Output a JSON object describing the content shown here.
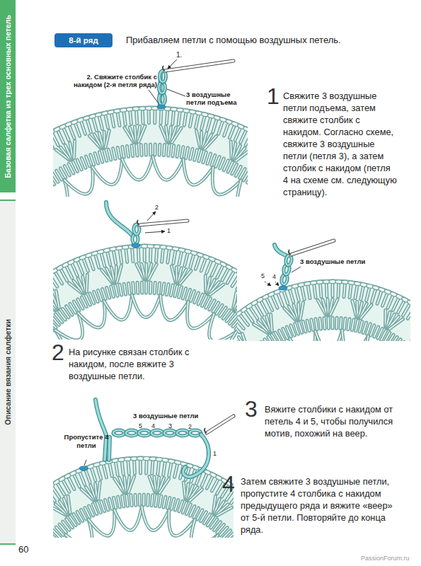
{
  "diagram": {
    "title": "Прибавляем петли с помощью воздушных петель.",
    "nodes": [
      {
        "text": [
          "Базовая салфетка из трех основных петель"
        ]
      },
      {
        "text": [
          "Описание вязания салфетки"
        ]
      },
      {
        "text": [
          "8-й ряд"
        ]
      }
    ],
    "labels": [
      "1.",
      "2. Свяжите столбик с накидом (2-я петля ряда)",
      "3 воздушные петли подъема",
      "1",
      "Свяжите 3 воздушные петли подъема, затем свяжите столбик с накидом. Согласно схеме, свяжите 3 воздушные петли (петля 3), а затем столбик с накидом (петля 4 на схеме см. следующую страницу).",
      "2",
      "1",
      "3 воздушные петли",
      "5",
      "4",
      "2",
      "На рисунке связан столбик с накидом, после вяжите 3 воздушные петли.",
      "3 воздушные петли",
      "5",
      "4",
      "3",
      "2",
      "1",
      "Пропустите 4 петли",
      "3",
      "Вяжите столбики с накидом от петель 4 и 5, чтобы получился мотив, похожий на веер.",
      "4",
      "Затем свяжите 3 воздушные петли, пропустите 4 столбика с накидом предыдущего ряда и вяжите «веер» от 5-й петли. Повторяйте до конца ряда.",
      "60",
      "PassionForum.ru"
    ]
  }
}
